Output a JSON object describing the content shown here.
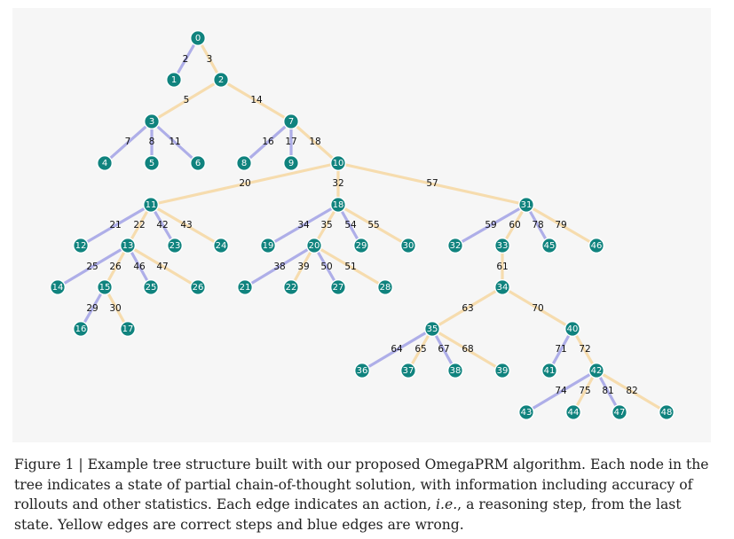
{
  "colors": {
    "correct_edge": "#f6dcae",
    "wrong_edge": "#aeaee8",
    "node_fill": "#10837e",
    "node_stroke": "#ffffff",
    "panel_bg": "#f6f6f6"
  },
  "tree": {
    "nodes": [
      "0",
      "1",
      "2",
      "3",
      "4",
      "5",
      "6",
      "7",
      "8",
      "9",
      "10",
      "11",
      "12",
      "13",
      "14",
      "15",
      "16",
      "17",
      "18",
      "19",
      "20",
      "21",
      "22",
      "23",
      "24",
      "25",
      "26",
      "27",
      "28",
      "29",
      "30",
      "31",
      "32",
      "33",
      "34",
      "35",
      "36",
      "37",
      "38",
      "39",
      "40",
      "41",
      "42",
      "43",
      "44",
      "45",
      "46",
      "47",
      "48"
    ],
    "edges": [
      {
        "from": "0",
        "to": "1",
        "label": "2",
        "correct": false
      },
      {
        "from": "0",
        "to": "2",
        "label": "3",
        "correct": true
      },
      {
        "from": "2",
        "to": "3",
        "label": "5",
        "correct": true
      },
      {
        "from": "2",
        "to": "7",
        "label": "14",
        "correct": true
      },
      {
        "from": "3",
        "to": "4",
        "label": "7",
        "correct": false
      },
      {
        "from": "3",
        "to": "5",
        "label": "8",
        "correct": false
      },
      {
        "from": "3",
        "to": "6",
        "label": "11",
        "correct": false
      },
      {
        "from": "7",
        "to": "8",
        "label": "16",
        "correct": false
      },
      {
        "from": "7",
        "to": "9",
        "label": "17",
        "correct": false
      },
      {
        "from": "7",
        "to": "10",
        "label": "18",
        "correct": true
      },
      {
        "from": "10",
        "to": "11",
        "label": "20",
        "correct": true
      },
      {
        "from": "10",
        "to": "18",
        "label": "32",
        "correct": true
      },
      {
        "from": "10",
        "to": "31",
        "label": "57",
        "correct": true
      },
      {
        "from": "11",
        "to": "12",
        "label": "21",
        "correct": false
      },
      {
        "from": "11",
        "to": "13",
        "label": "22",
        "correct": true
      },
      {
        "from": "11",
        "to": "23",
        "label": "42",
        "correct": false
      },
      {
        "from": "11",
        "to": "24",
        "label": "43",
        "correct": true
      },
      {
        "from": "13",
        "to": "14",
        "label": "25",
        "correct": false
      },
      {
        "from": "13",
        "to": "15",
        "label": "26",
        "correct": true
      },
      {
        "from": "13",
        "to": "25",
        "label": "46",
        "correct": false
      },
      {
        "from": "13",
        "to": "26",
        "label": "47",
        "correct": true
      },
      {
        "from": "15",
        "to": "16",
        "label": "29",
        "correct": false
      },
      {
        "from": "15",
        "to": "17",
        "label": "30",
        "correct": true
      },
      {
        "from": "18",
        "to": "19",
        "label": "34",
        "correct": false
      },
      {
        "from": "18",
        "to": "20",
        "label": "35",
        "correct": true
      },
      {
        "from": "18",
        "to": "29",
        "label": "54",
        "correct": false
      },
      {
        "from": "18",
        "to": "30",
        "label": "55",
        "correct": true
      },
      {
        "from": "20",
        "to": "21",
        "label": "38",
        "correct": false
      },
      {
        "from": "20",
        "to": "22",
        "label": "39",
        "correct": true
      },
      {
        "from": "20",
        "to": "27",
        "label": "50",
        "correct": false
      },
      {
        "from": "20",
        "to": "28",
        "label": "51",
        "correct": true
      },
      {
        "from": "31",
        "to": "32",
        "label": "59",
        "correct": false
      },
      {
        "from": "31",
        "to": "33",
        "label": "60",
        "correct": true
      },
      {
        "from": "31",
        "to": "45",
        "label": "78",
        "correct": false
      },
      {
        "from": "31",
        "to": "46",
        "label": "79",
        "correct": true
      },
      {
        "from": "33",
        "to": "34",
        "label": "61",
        "correct": true
      },
      {
        "from": "34",
        "to": "35",
        "label": "63",
        "correct": true
      },
      {
        "from": "34",
        "to": "40",
        "label": "70",
        "correct": true
      },
      {
        "from": "35",
        "to": "36",
        "label": "64",
        "correct": false
      },
      {
        "from": "35",
        "to": "37",
        "label": "65",
        "correct": true
      },
      {
        "from": "35",
        "to": "38",
        "label": "67",
        "correct": false
      },
      {
        "from": "35",
        "to": "39",
        "label": "68",
        "correct": true
      },
      {
        "from": "40",
        "to": "41",
        "label": "71",
        "correct": false
      },
      {
        "from": "40",
        "to": "42",
        "label": "72",
        "correct": true
      },
      {
        "from": "42",
        "to": "43",
        "label": "74",
        "correct": false
      },
      {
        "from": "42",
        "to": "44",
        "label": "75",
        "correct": true
      },
      {
        "from": "42",
        "to": "47",
        "label": "81",
        "correct": false
      },
      {
        "from": "42",
        "to": "48",
        "label": "82",
        "correct": true
      }
    ]
  },
  "caption": {
    "label": "Figure 1",
    "separator": " | ",
    "text_before_ie": "Example tree structure built with our proposed OmegaPRM algorithm. Each node in the tree indicates a state of partial chain-of-thought solution, with information including accuracy of rollouts and other statistics. Each edge indicates an action, ",
    "ie": "i.e.",
    "text_after_ie": ", a reasoning step, from the last state. Yellow edges are correct steps and blue edges are wrong."
  }
}
